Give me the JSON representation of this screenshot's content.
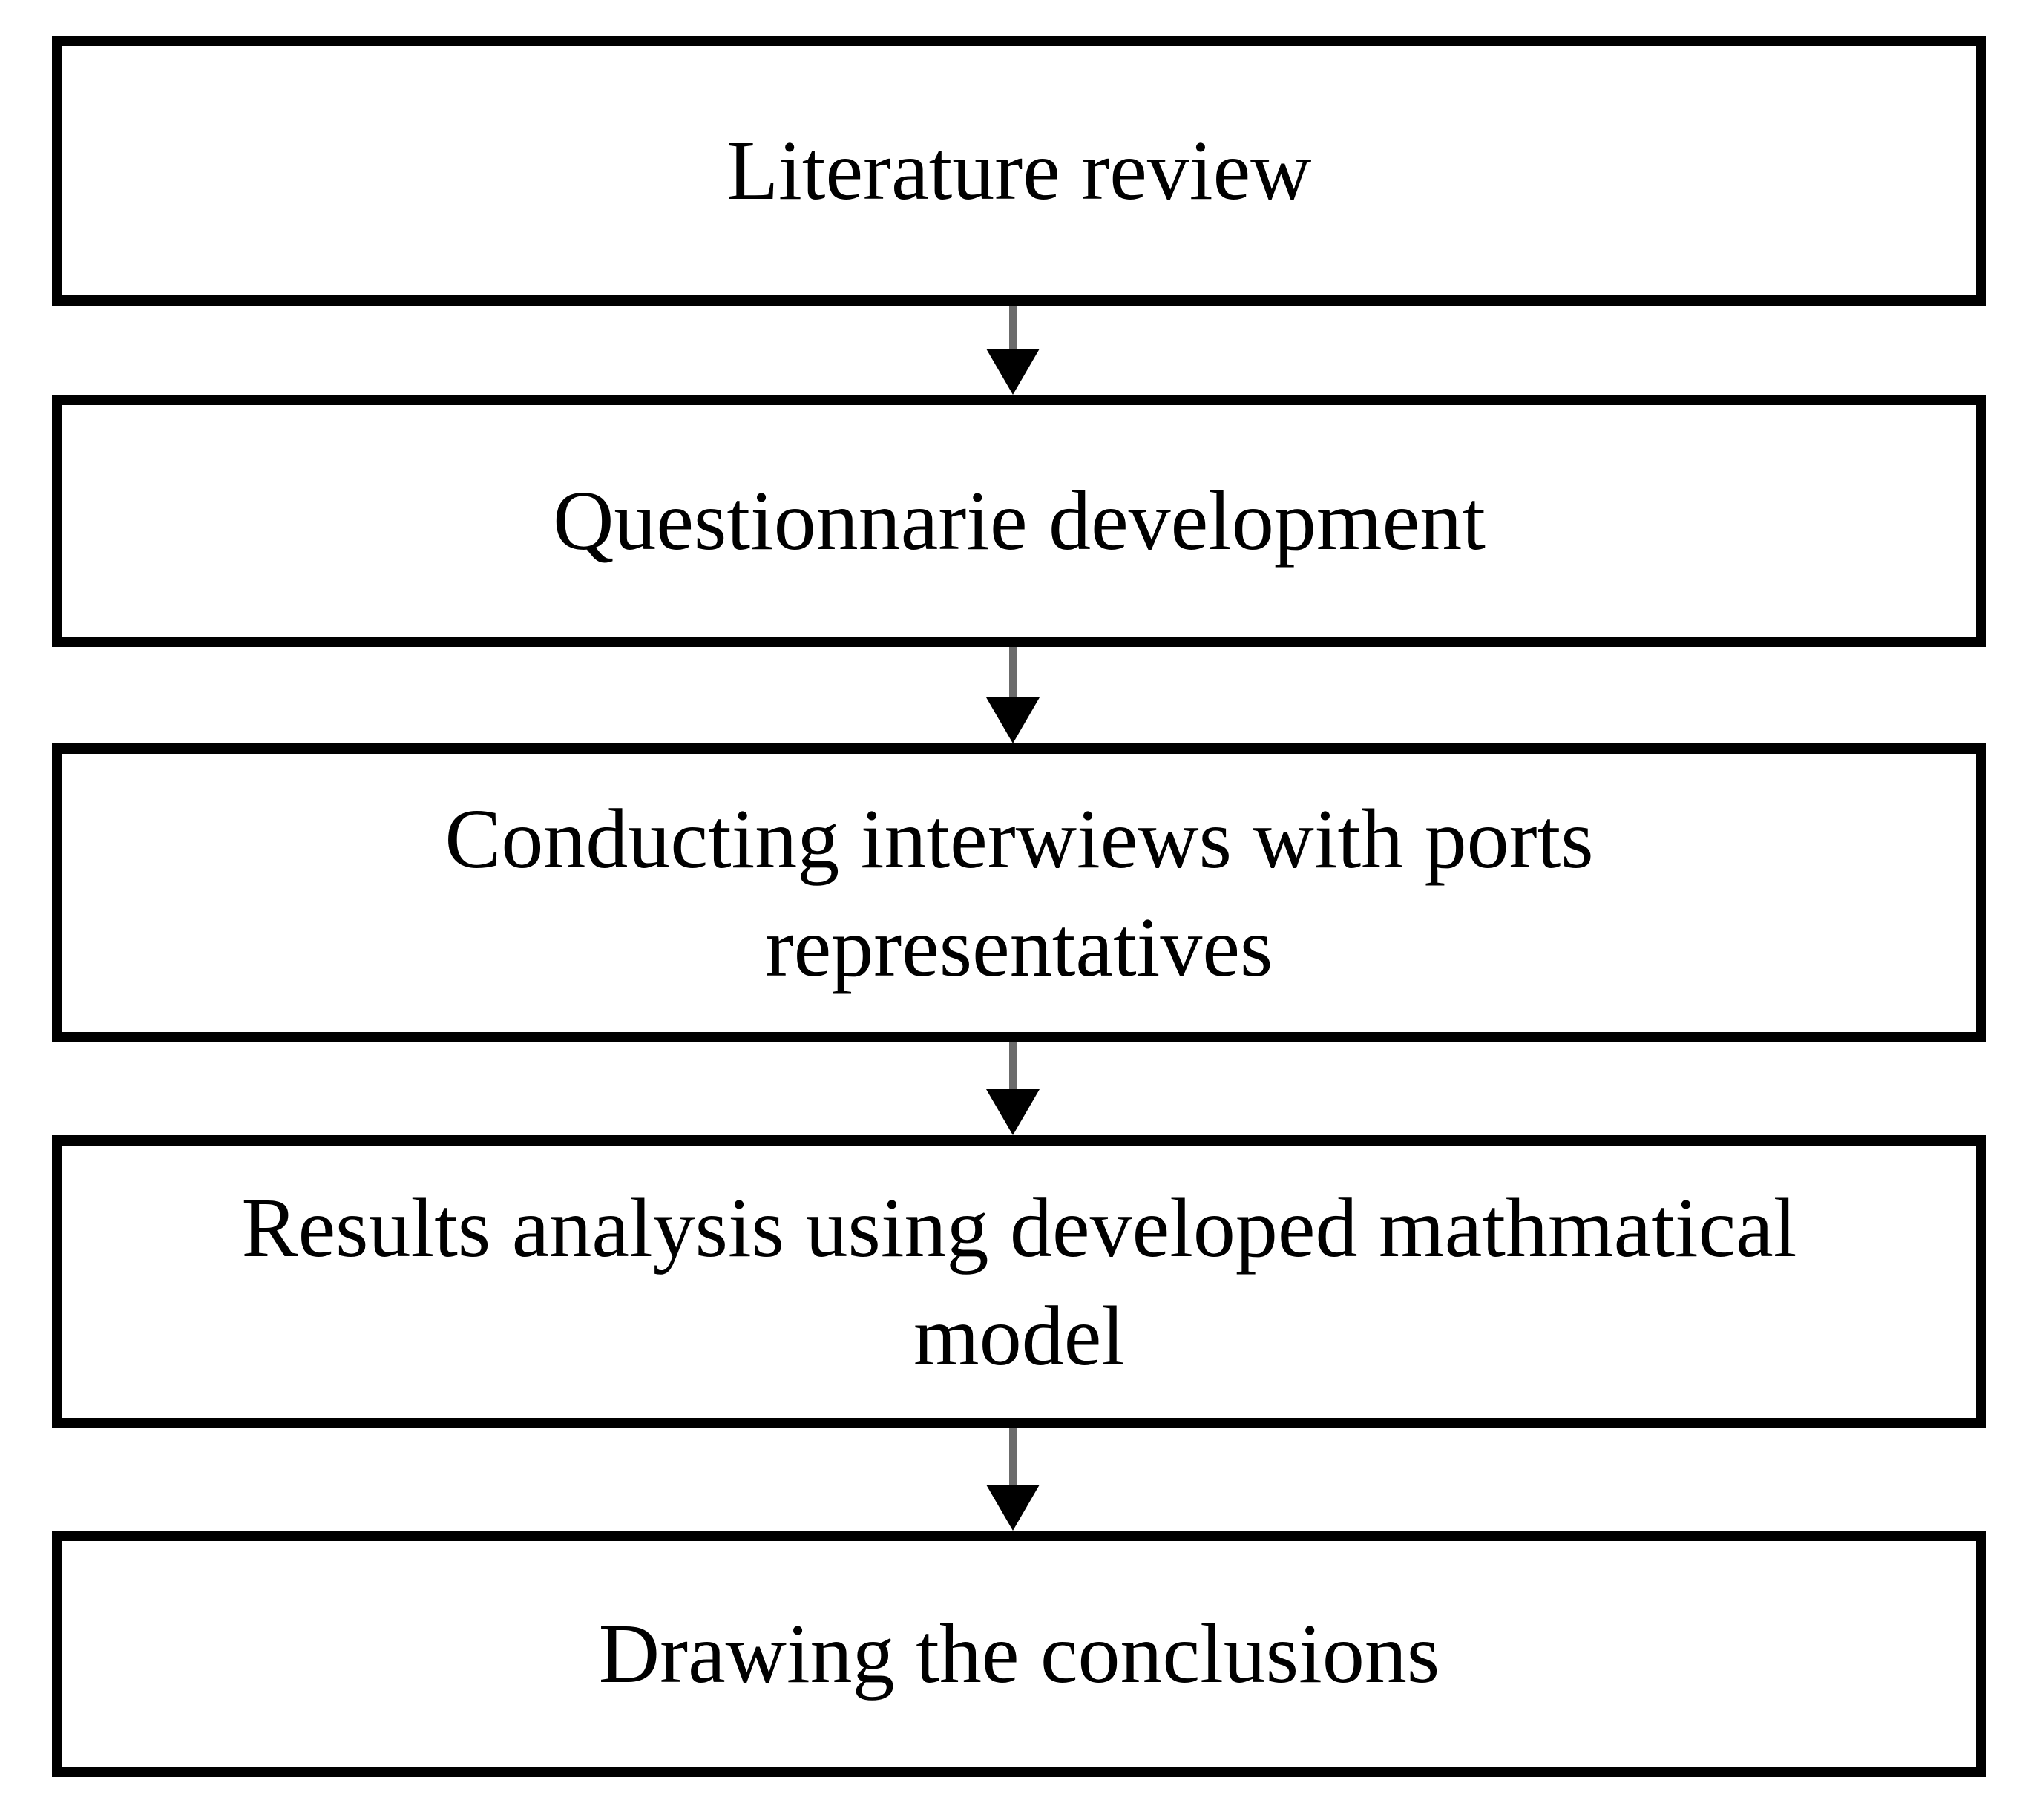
{
  "diagram": {
    "type": "flowchart",
    "direction": "top-to-bottom",
    "boxes": [
      {
        "id": "literature-review",
        "label": "Literature review"
      },
      {
        "id": "questionnaire-development",
        "label": "Questionnarie development"
      },
      {
        "id": "conducting-interviews",
        "label": "Conducting interwiews with ports\nrepresentatives"
      },
      {
        "id": "results-analysis",
        "label": "Results analysis using developed mathmatical\nmodel"
      },
      {
        "id": "drawing-conclusions",
        "label": "Drawing the conclusions"
      }
    ],
    "connections": [
      {
        "from": "literature-review",
        "to": "questionnaire-development"
      },
      {
        "from": "questionnaire-development",
        "to": "conducting-interviews"
      },
      {
        "from": "conducting-interviews",
        "to": "results-analysis"
      },
      {
        "from": "results-analysis",
        "to": "drawing-conclusions"
      }
    ],
    "colors": {
      "background": "#ffffff",
      "box_fill": "#ffffff",
      "box_border": "#000000",
      "text": "#000000",
      "arrow_head": "#000000",
      "arrow_stem": "#6b6b6b"
    }
  }
}
